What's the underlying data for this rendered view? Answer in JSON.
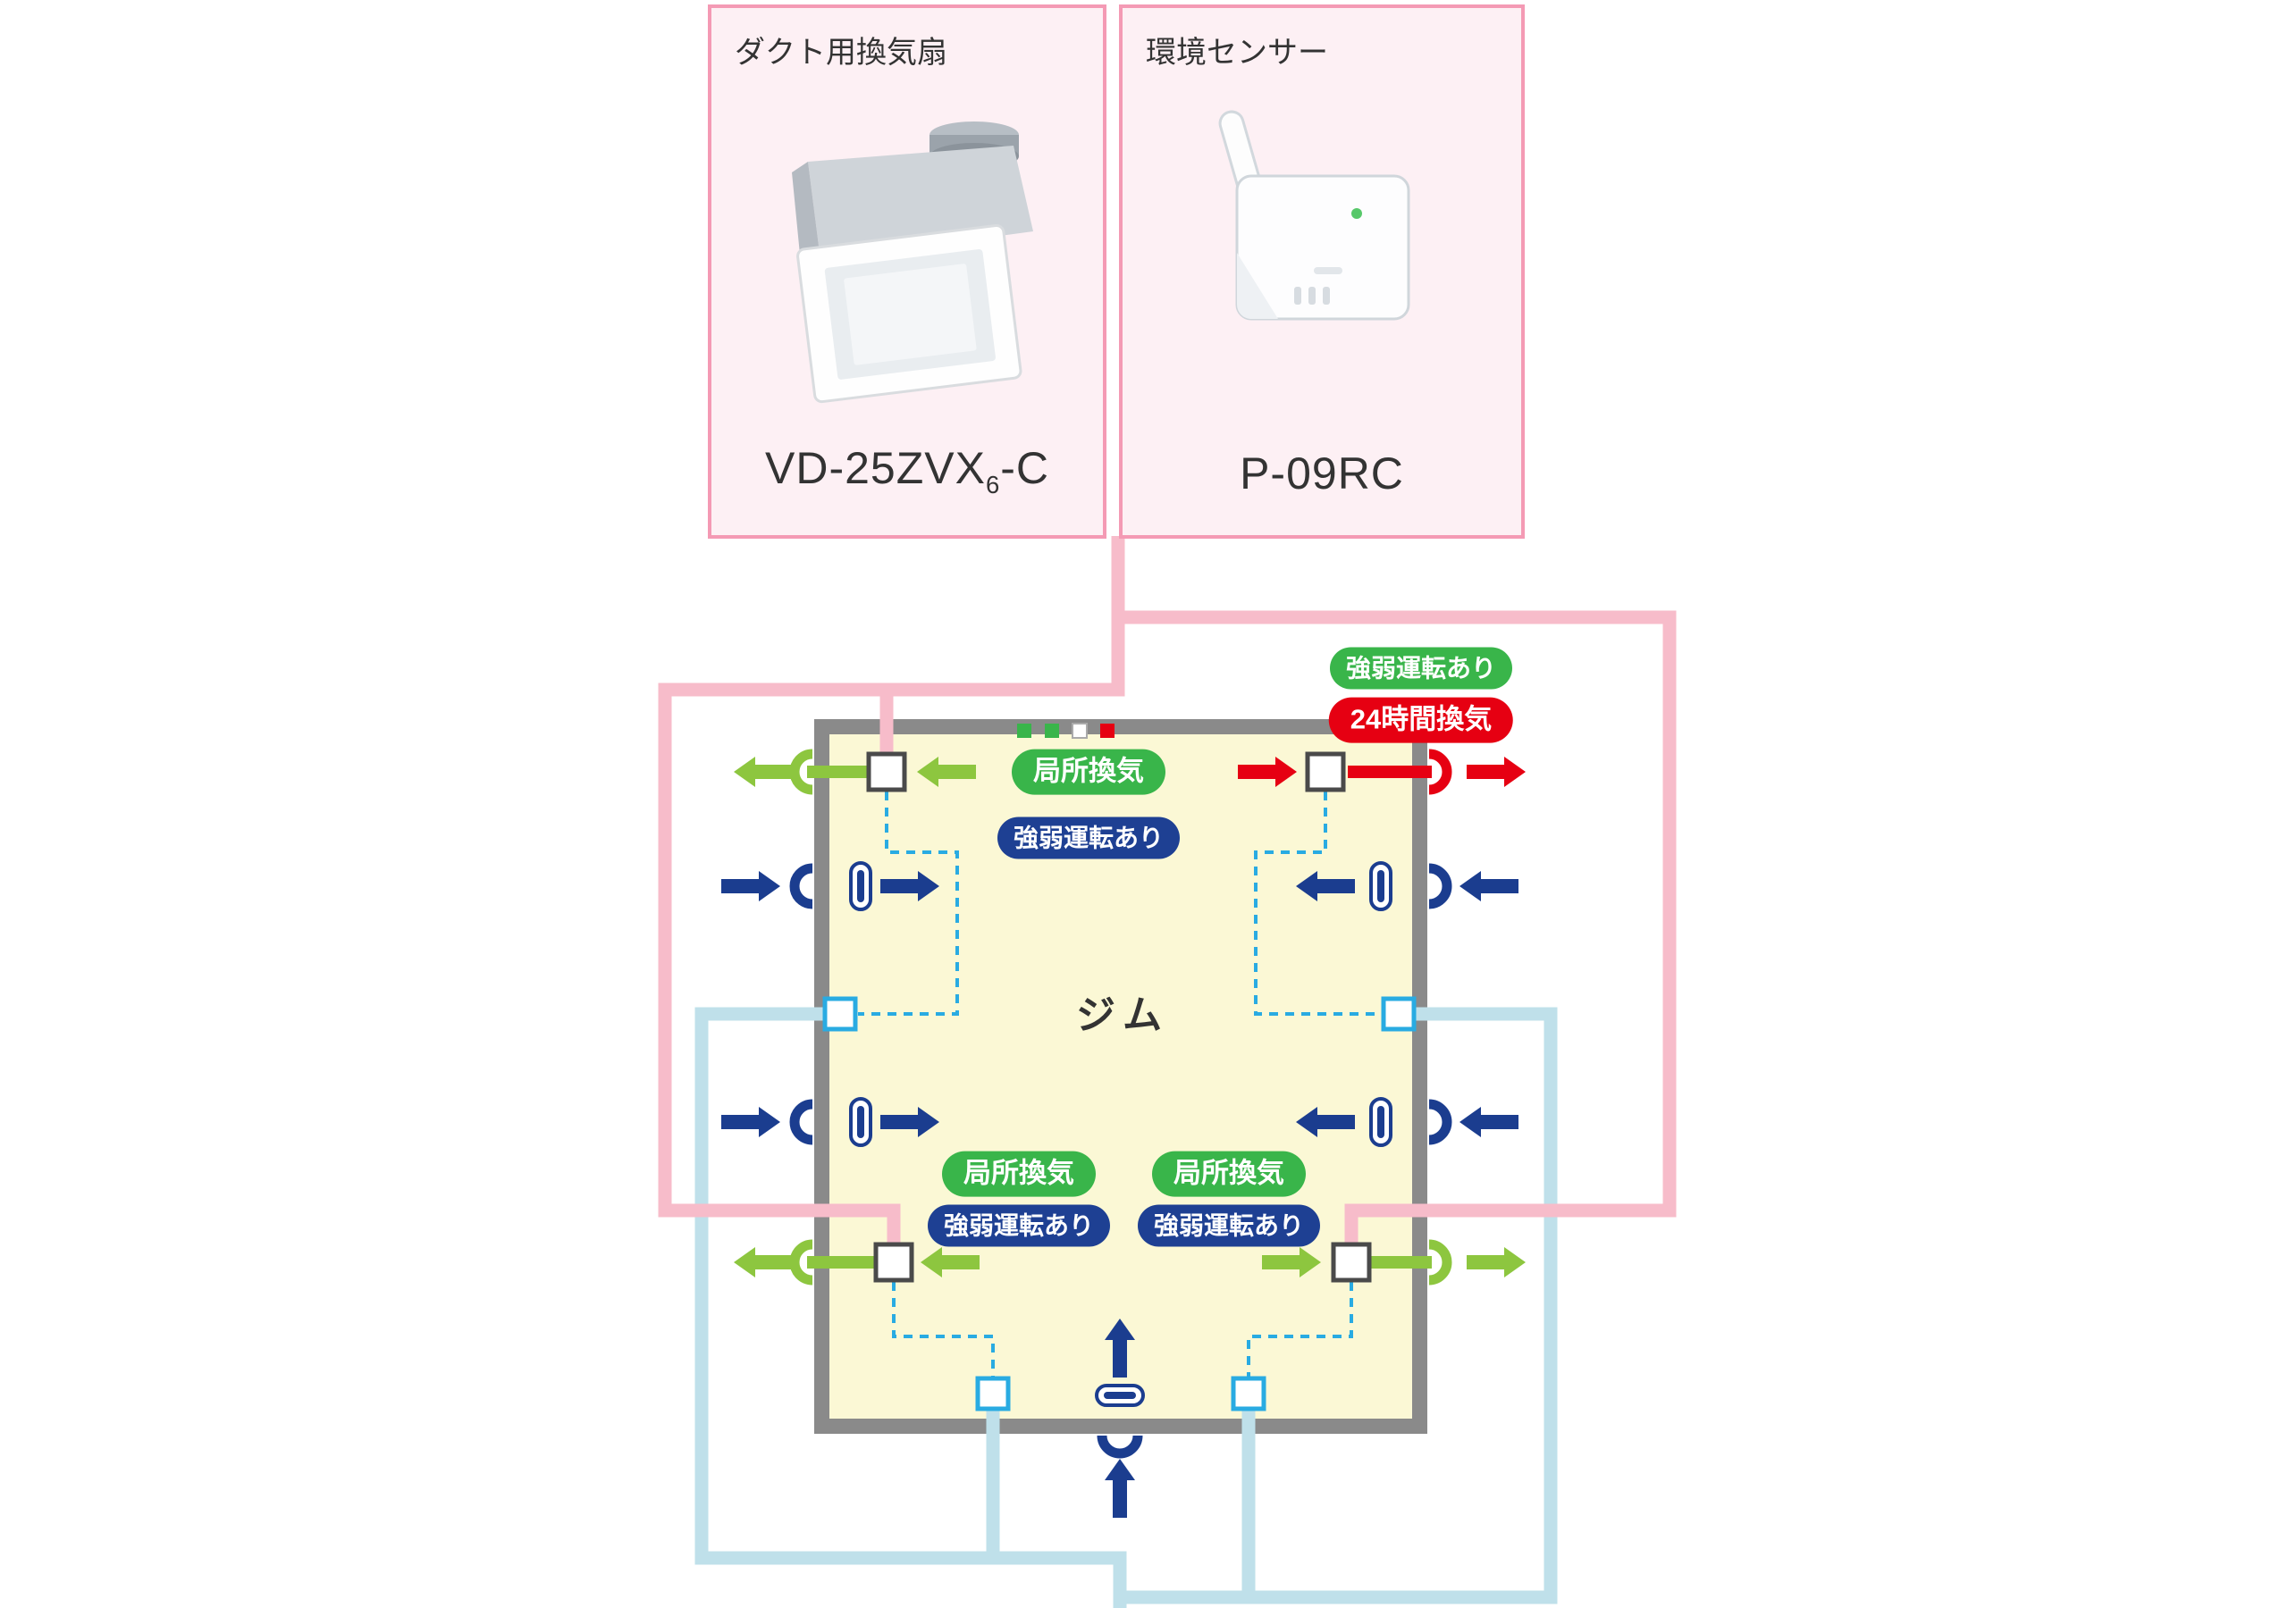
{
  "products": {
    "fan": {
      "category": "ダクト用換気扇",
      "model_prefix": "VD-25ZVX",
      "model_sub": "6",
      "model_suffix": "-C"
    },
    "sensor": {
      "category": "環境センサー",
      "model": "P-09RC"
    }
  },
  "room": {
    "name": "ジム"
  },
  "badges": {
    "local_ventilation": "局所換気",
    "variable_operation": "強弱運転あり",
    "ventilation_24h": "24時間換気"
  },
  "colors": {
    "box_border_pink": "#f49ab4",
    "box_bg_pink": "#fdf0f4",
    "duct_pipe_pink": "#f7bcca",
    "sensor_pipe_blue": "#bfe0ea",
    "sensor_link_cyan": "#29abe2",
    "badge_green": "#39b54a",
    "badge_navy": "#1e4093",
    "badge_red": "#e60012",
    "arrow_green": "#8dc63f",
    "arrow_navy": "#1b3d8f",
    "arrow_red": "#e60012",
    "room_wall_gray": "#8a8a8a",
    "room_floor_yellow": "#fbf8d5"
  }
}
